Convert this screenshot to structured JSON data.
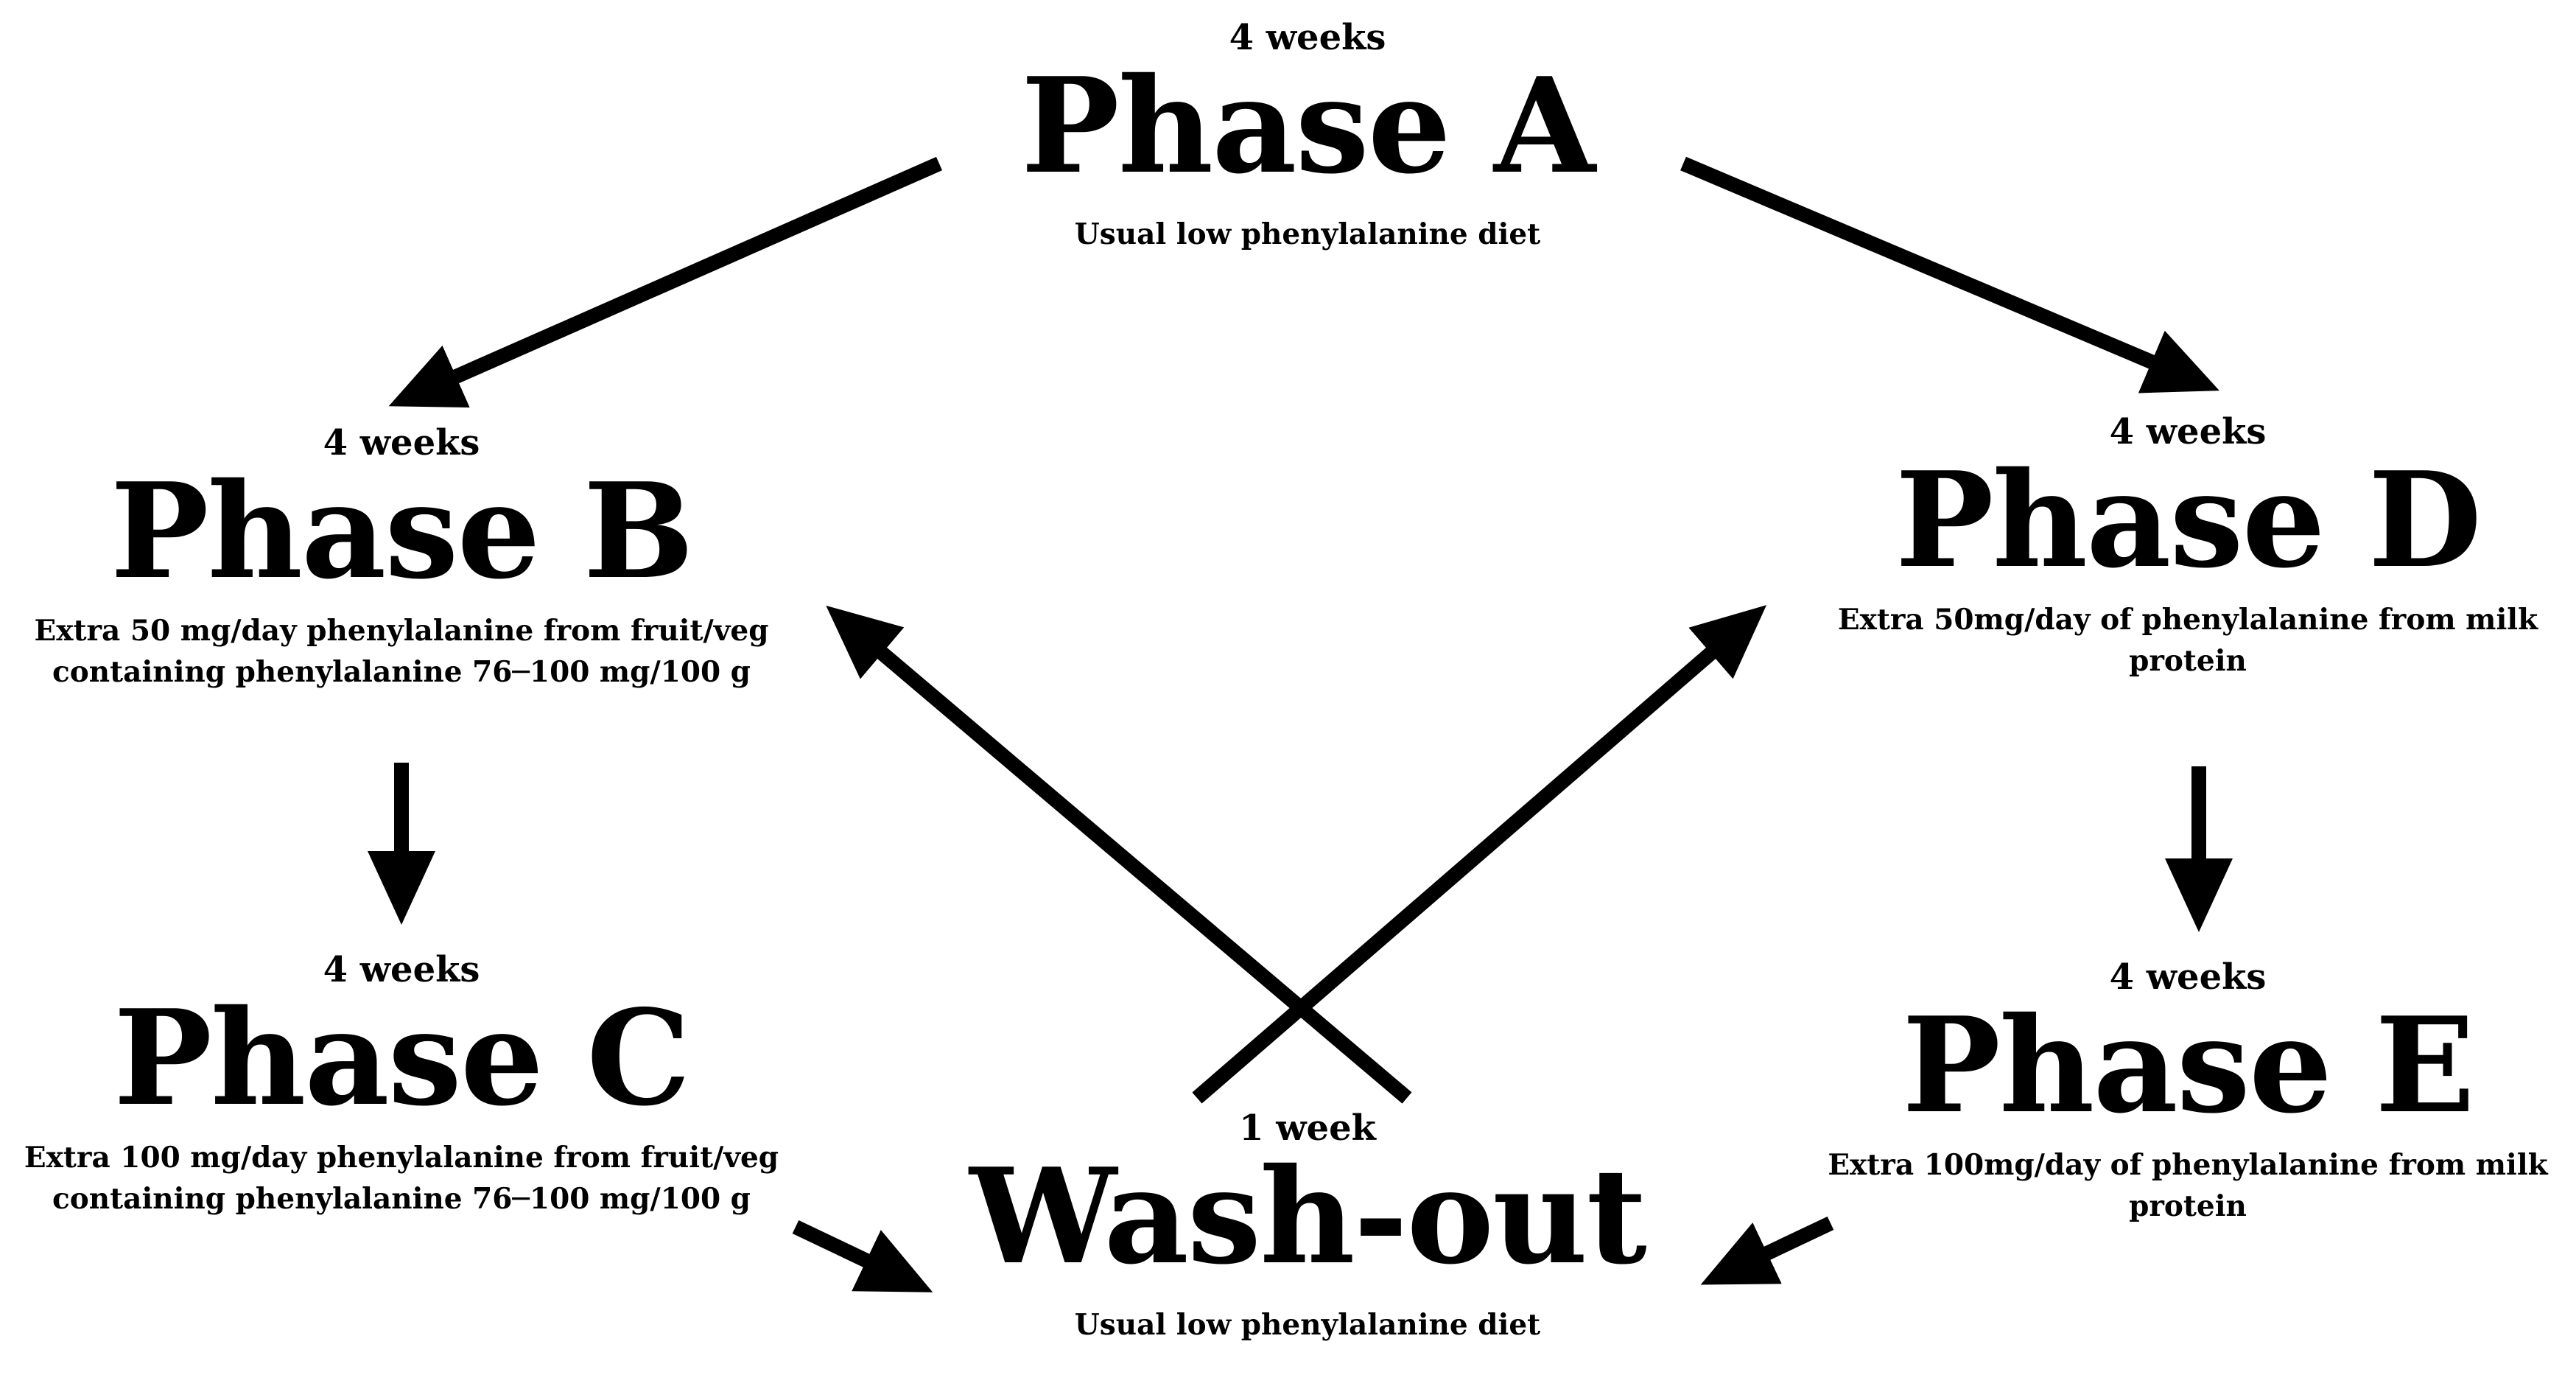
{
  "phases": {
    "a": {
      "duration": "4 weeks",
      "title": "Phase A",
      "description": "Usual low phenylalanine diet"
    },
    "b": {
      "duration": "4 weeks",
      "title": "Phase B",
      "description_line1": "Extra 50 mg/day phenylalanine from fruit/veg",
      "description_line2": "containing phenylalanine 76─100 mg/100 g"
    },
    "c": {
      "duration": "4 weeks",
      "title": "Phase C",
      "description_line1": "Extra 100 mg/day phenylalanine from fruit/veg",
      "description_line2": "containing phenylalanine 76─100 mg/100 g"
    },
    "d": {
      "duration": "4 weeks",
      "title": "Phase D",
      "description_line1": "Extra 50mg/day of phenylalanine from milk",
      "description_line2": "protein"
    },
    "e": {
      "duration": "4 weeks",
      "title": "Phase E",
      "description_line1": "Extra 100mg/day of phenylalanine from milk",
      "description_line2": "protein"
    },
    "washout": {
      "duration": "1 week",
      "title": "Wash-out",
      "description": "Usual low phenylalanine diet"
    }
  },
  "arrows": [
    {
      "from": "Phase A",
      "to": "Phase B"
    },
    {
      "from": "Phase A",
      "to": "Phase D"
    },
    {
      "from": "Phase B",
      "to": "Phase C"
    },
    {
      "from": "Phase D",
      "to": "Phase E"
    },
    {
      "from": "Phase C",
      "to": "Wash-out"
    },
    {
      "from": "Phase E",
      "to": "Wash-out"
    },
    {
      "from": "Wash-out",
      "to": "Phase B"
    },
    {
      "from": "Wash-out",
      "to": "Phase D"
    }
  ],
  "colors": {
    "ink": "#000000",
    "background": "#ffffff"
  }
}
